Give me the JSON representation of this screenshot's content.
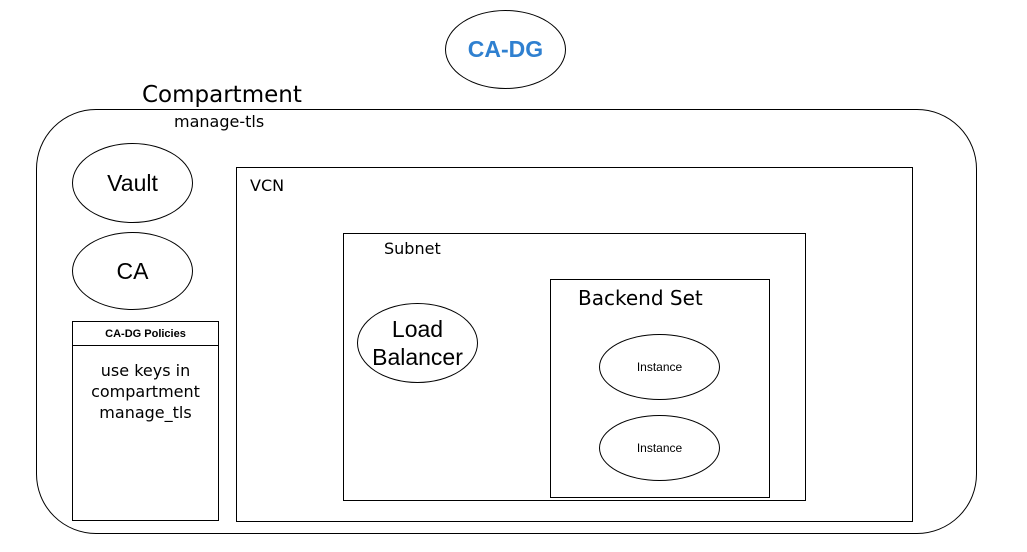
{
  "ca_dg": {
    "label": "CA-DG",
    "color": "#2f80d0"
  },
  "compartment": {
    "title": "Compartment",
    "subtitle": "manage-tls"
  },
  "vault": {
    "label": "Vault"
  },
  "ca": {
    "label": "CA"
  },
  "policies": {
    "title": "CA-DG Policies",
    "lines": [
      "use keys in",
      "compartment",
      "manage_tls"
    ]
  },
  "vcn": {
    "label": "VCN"
  },
  "subnet": {
    "label": "Subnet"
  },
  "load_balancer": {
    "lines": [
      "Load",
      "Balancer"
    ]
  },
  "backend_set": {
    "label": "Backend Set",
    "instances": [
      "Instance",
      "Instance"
    ]
  }
}
